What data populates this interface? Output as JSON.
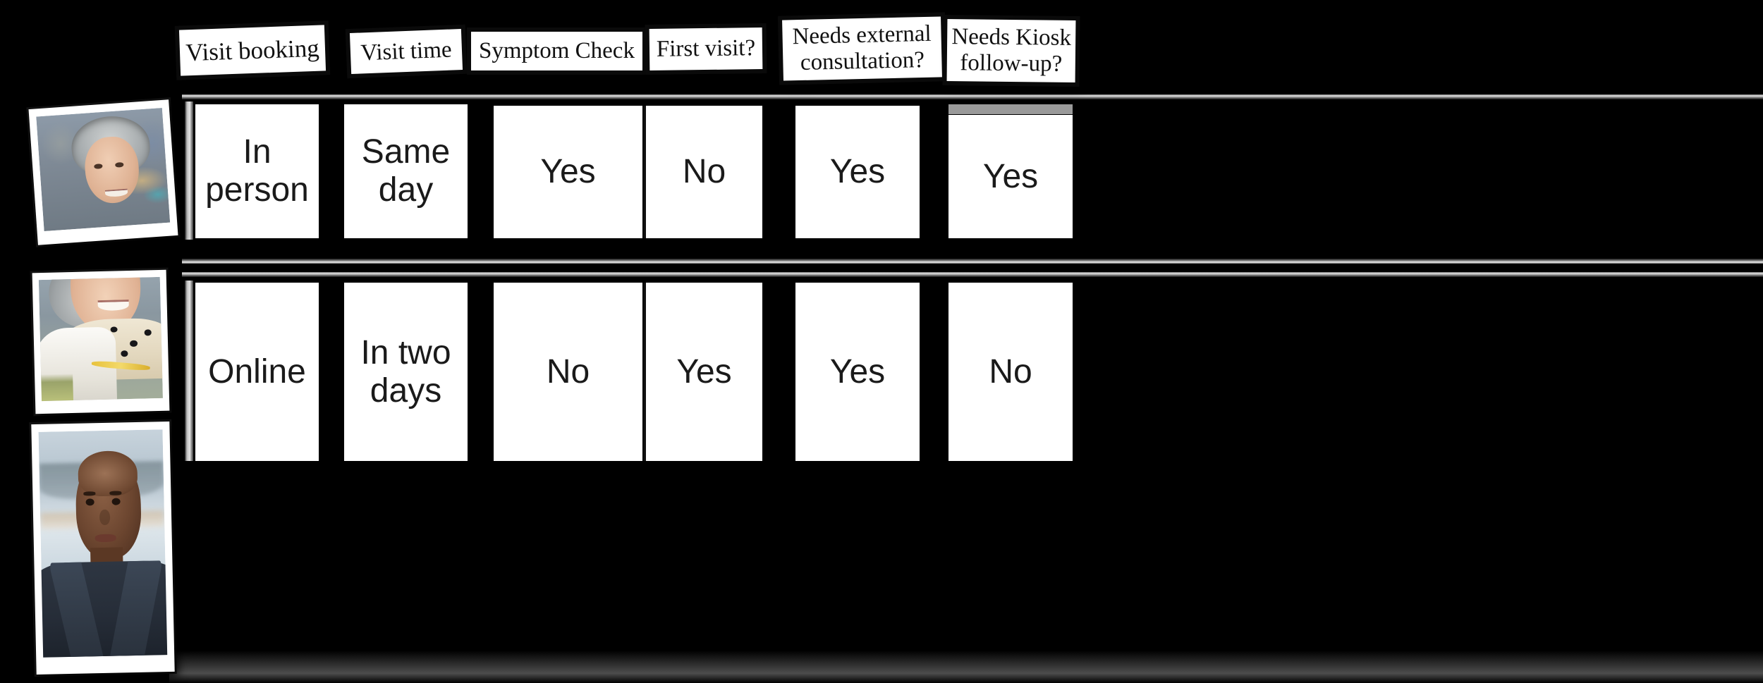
{
  "headers": [
    {
      "id": "visit-booking",
      "label": "Visit booking"
    },
    {
      "id": "visit-time",
      "label": "Visit time"
    },
    {
      "id": "symptom-check",
      "label": "Symptom Check"
    },
    {
      "id": "first-visit",
      "label": "First visit?"
    },
    {
      "id": "needs-external-consultation",
      "label": "Needs external consultation?"
    },
    {
      "id": "needs-kiosk-follow-up",
      "label": "Needs Kiosk follow-up?"
    }
  ],
  "rows": [
    {
      "persona": "elderly-woman-grey-hair",
      "cells": {
        "visit_booking": "In person",
        "visit_time": "Same day",
        "symptom_check": "Yes",
        "first_visit": "No",
        "needs_external_consultation": "Yes",
        "needs_kiosk_follow_up": "Yes"
      }
    },
    {
      "persona": "young-man-denim-jacket",
      "cells": {
        "visit_booking": "Online",
        "visit_time": "In two days",
        "symptom_check": "No",
        "first_visit": "Yes",
        "needs_external_consultation": "Yes",
        "needs_kiosk_follow_up": "No"
      }
    }
  ],
  "colors": {
    "background": "#000000",
    "card": "#ffffff",
    "card_text": "#1a1a1a",
    "header_text": "#111111",
    "grey_band": "#9a9a9a"
  }
}
